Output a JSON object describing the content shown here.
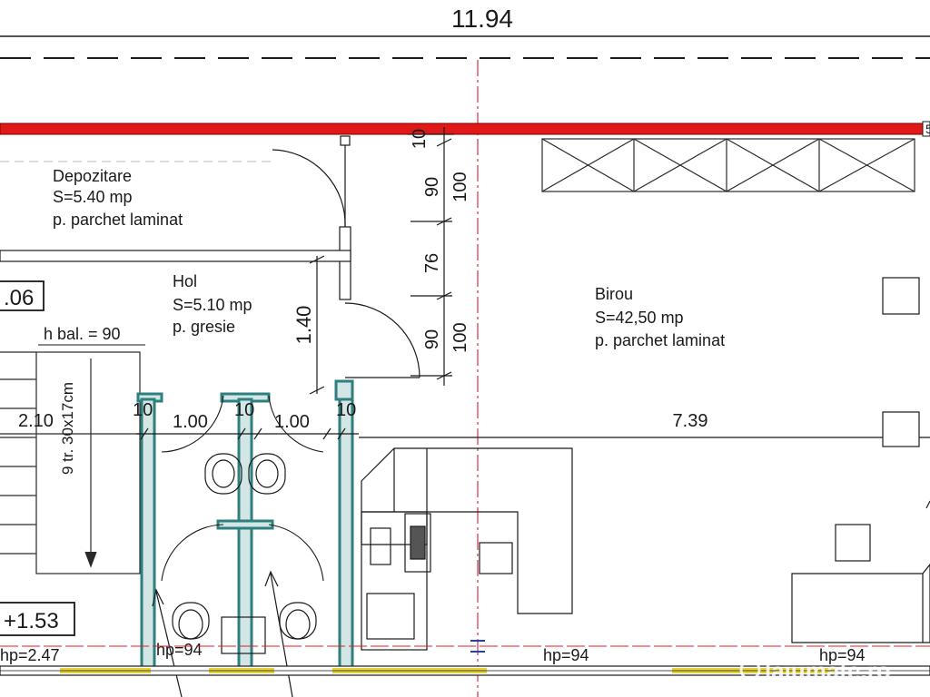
{
  "dimensions": {
    "overall_width": "11.94",
    "birou_width": "7.39",
    "dim_10_top": "10",
    "dim_90_a": "90",
    "dim_100_a": "100",
    "dim_76": "76",
    "dim_90_b": "90",
    "dim_100_b": "100",
    "hol_height": "1.40",
    "stair_width": "2.10",
    "stair_steps": "9 tr. 30x17cm",
    "wall_10_a": "10",
    "door_1_00_a": "1.00",
    "wall_10_b": "10",
    "door_1_00_b": "1.00",
    "wall_10_c": "10"
  },
  "rooms": {
    "depozitare": {
      "name": "Depozitare",
      "area": "S=5.40 mp",
      "floor": "p. parchet laminat"
    },
    "hol": {
      "name": "Hol",
      "area": "S=5.10 mp",
      "floor": "p. gresie"
    },
    "birou": {
      "name": "Birou",
      "area": "S=42,50 mp",
      "floor": "p. parchet laminat"
    }
  },
  "labels": {
    "room_number_partial": ".06",
    "parapet_height": "h bal. = 90",
    "level_mark": "+1.53",
    "hp_left": "hp=2.47",
    "hp_wc": "hp=94",
    "hp_mid": "hp=94",
    "hp_right": "hp=94",
    "right_edge_digit": "5"
  },
  "watermark": {
    "text": "lajumate.ro"
  },
  "colors": {
    "wall_red": "#e01818",
    "partition_teal": "#2f7f7f",
    "partition_fill": "#d2e6e6",
    "window_yellow": "#e6d23c",
    "axis_red": "#d8304a",
    "line": "#2a2a2a"
  }
}
